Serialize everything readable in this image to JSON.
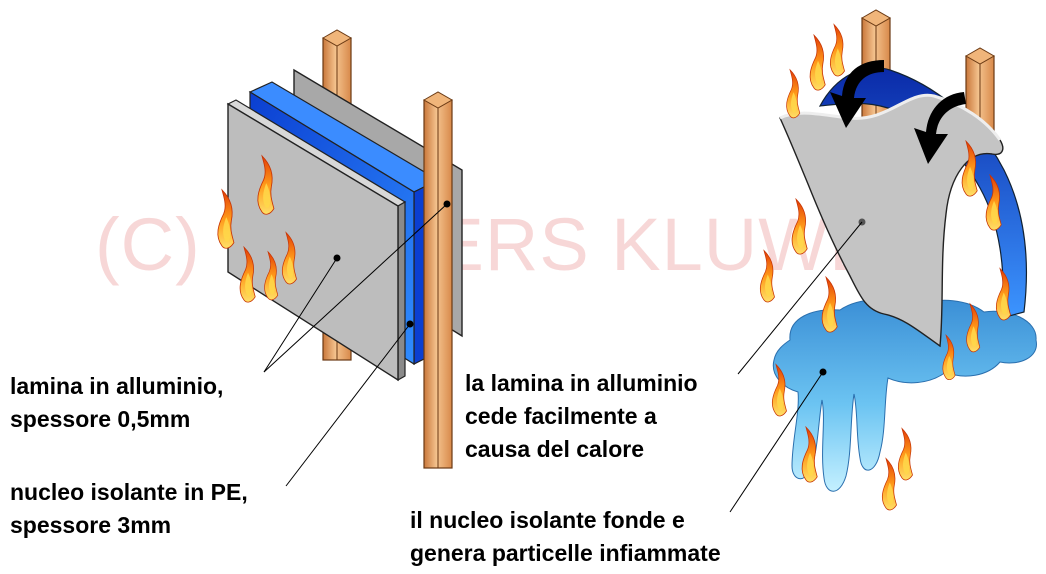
{
  "watermark": "(C) WOLTERS KLUWER",
  "labels": {
    "aluminium_sheet": {
      "line1": "lamina in alluminio,",
      "line2": "spessore 0,5mm"
    },
    "pe_core": {
      "line1": "nucleo isolante in PE,",
      "line2": "spessore 3mm"
    },
    "sheet_yields": {
      "line1": "la lamina in alluminio",
      "line2": "cede facilmente a",
      "line3": "causa del calore"
    },
    "core_melts": {
      "line1": "il nucleo isolante fonde e",
      "line2": "genera particelle infiammate"
    }
  },
  "colors": {
    "aluminium": "#b8b8b8",
    "pe_core": "#1e6bff",
    "stud_wood": "#e8a55a",
    "flame_outer": "#e85a0c",
    "flame_inner": "#ffcc33",
    "molten_core": "#5fb8ee"
  }
}
